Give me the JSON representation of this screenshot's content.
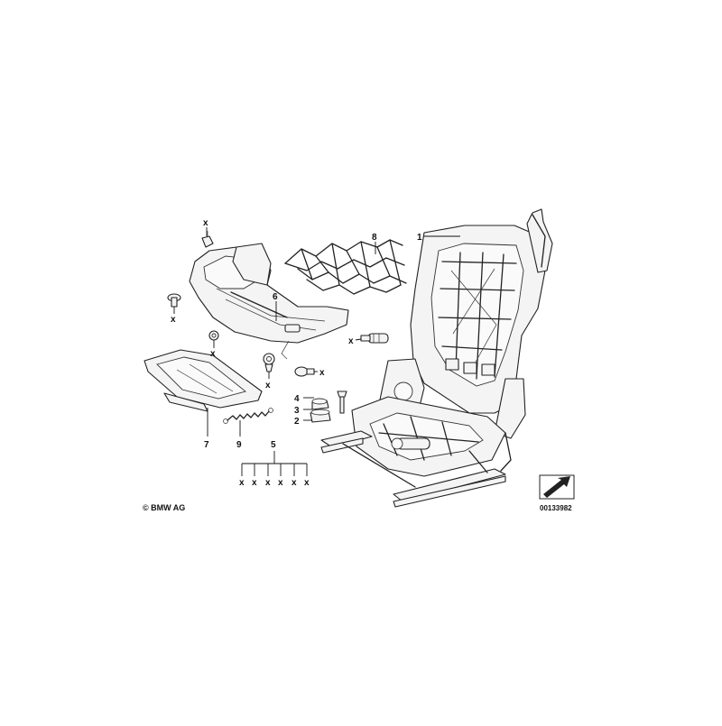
{
  "callouts": {
    "p1": "1",
    "p2": "2",
    "p3": "3",
    "p4": "4",
    "p5": "5",
    "p6": "6",
    "p7": "7",
    "p8": "8",
    "p9": "9"
  },
  "x_mark": "x",
  "copyright": "© BMW AG",
  "drawing_number": "00133982"
}
